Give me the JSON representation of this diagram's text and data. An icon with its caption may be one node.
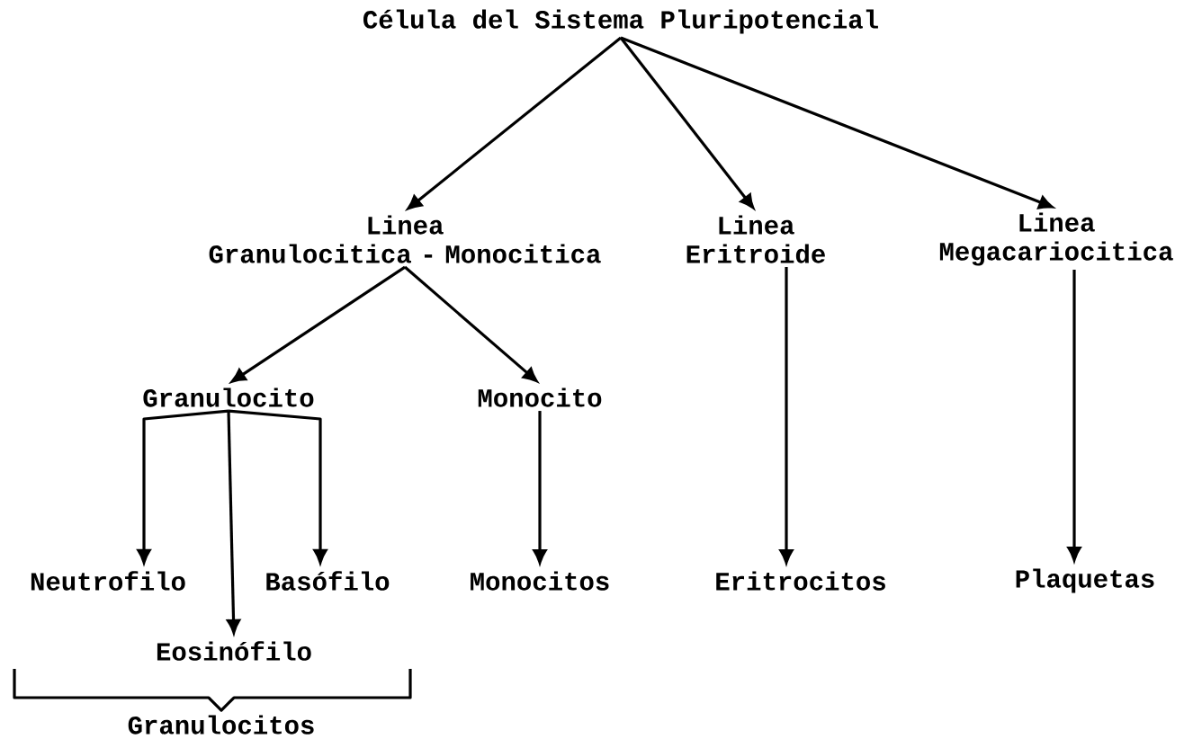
{
  "diagram": {
    "nodes": [
      {
        "text": [
          "Célula del Sistema Pluripotencial"
        ]
      },
      {
        "text": [
          "Linea Granulocitica - Monocitica"
        ]
      },
      {
        "text": [
          "Linea Eritroide"
        ]
      },
      {
        "text": [
          "Linea Megacariocitica"
        ]
      },
      {
        "text": [
          "Granulocito"
        ]
      },
      {
        "text": [
          "Monocito"
        ]
      },
      {
        "text": [
          "Neutrofilo"
        ]
      },
      {
        "text": [
          "Basófilo"
        ]
      },
      {
        "text": [
          "Eosinófilo"
        ]
      },
      {
        "text": [
          "Monocitos"
        ]
      },
      {
        "text": [
          "Eritrocitos"
        ]
      },
      {
        "text": [
          "Plaquetas"
        ]
      }
    ],
    "edges": [
      {
        "from": 0,
        "to": 1,
        "arrow": "to"
      },
      {
        "from": 0,
        "to": 2,
        "arrow": "to"
      },
      {
        "from": 0,
        "to": 3,
        "arrow": "to"
      },
      {
        "from": 1,
        "to": 4,
        "arrow": "to"
      },
      {
        "from": 1,
        "to": 5,
        "arrow": "to"
      },
      {
        "from": 4,
        "to": 6,
        "arrow": "to"
      },
      {
        "from": 4,
        "to": 8,
        "arrow": "to"
      },
      {
        "from": 4,
        "to": 7,
        "arrow": "to"
      },
      {
        "from": 5,
        "to": 9,
        "arrow": "to"
      },
      {
        "from": 2,
        "to": 10,
        "arrow": "to"
      },
      {
        "from": 3,
        "to": 11,
        "arrow": "to"
      }
    ],
    "labels": [
      "Granulocitos"
    ]
  }
}
